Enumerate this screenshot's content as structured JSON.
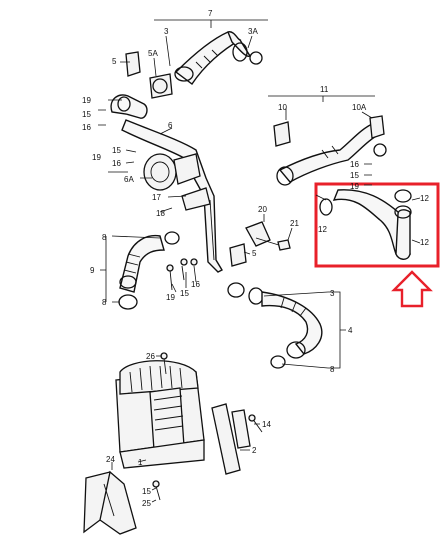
{
  "diagram": {
    "callouts": [
      {
        "id": "c7",
        "label": "7"
      },
      {
        "id": "c3a",
        "label": "3"
      },
      {
        "id": "c3A",
        "label": "3A"
      },
      {
        "id": "c5a",
        "label": "5"
      },
      {
        "id": "c5A",
        "label": "5A"
      },
      {
        "id": "c19a",
        "label": "19"
      },
      {
        "id": "c15a",
        "label": "15"
      },
      {
        "id": "c16a",
        "label": "16"
      },
      {
        "id": "c6",
        "label": "6"
      },
      {
        "id": "c15b",
        "label": "15"
      },
      {
        "id": "c16b",
        "label": "16"
      },
      {
        "id": "c19b",
        "label": "19"
      },
      {
        "id": "c6A",
        "label": "6A"
      },
      {
        "id": "c17",
        "label": "17"
      },
      {
        "id": "c18",
        "label": "18"
      },
      {
        "id": "c11",
        "label": "11"
      },
      {
        "id": "c10",
        "label": "10"
      },
      {
        "id": "c10A",
        "label": "10A"
      },
      {
        "id": "c16c",
        "label": "16"
      },
      {
        "id": "c15c",
        "label": "15"
      },
      {
        "id": "c19c",
        "label": "19"
      },
      {
        "id": "c12a",
        "label": "12"
      },
      {
        "id": "c12b",
        "label": "12"
      },
      {
        "id": "c12c",
        "label": "12"
      },
      {
        "id": "c20",
        "label": "20"
      },
      {
        "id": "c21",
        "label": "21"
      },
      {
        "id": "c5b",
        "label": "5"
      },
      {
        "id": "c8a",
        "label": "8"
      },
      {
        "id": "c9",
        "label": "9"
      },
      {
        "id": "c8b",
        "label": "8"
      },
      {
        "id": "c19d",
        "label": "19"
      },
      {
        "id": "c15d",
        "label": "15"
      },
      {
        "id": "c16d",
        "label": "16"
      },
      {
        "id": "c3b",
        "label": "3"
      },
      {
        "id": "c4",
        "label": "4"
      },
      {
        "id": "c8c",
        "label": "8"
      },
      {
        "id": "c26",
        "label": "26"
      },
      {
        "id": "c14",
        "label": "14"
      },
      {
        "id": "c2",
        "label": "2"
      },
      {
        "id": "c1",
        "label": "1"
      },
      {
        "id": "c24",
        "label": "24"
      },
      {
        "id": "c15e",
        "label": "15"
      },
      {
        "id": "c25",
        "label": "25"
      }
    ],
    "highlight_color": "#e8202a"
  }
}
